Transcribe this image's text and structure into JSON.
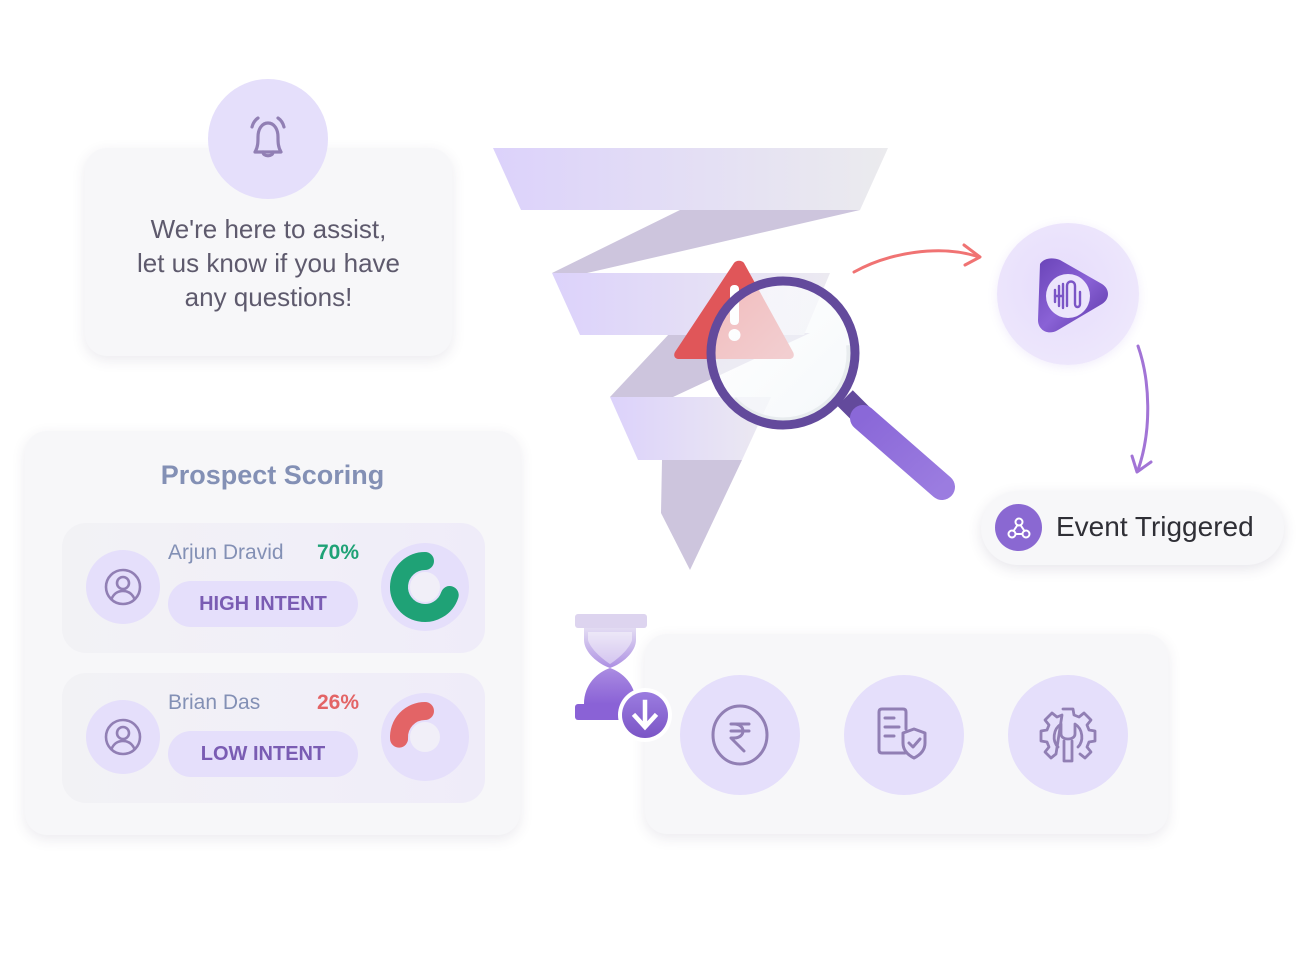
{
  "support": {
    "icon": "bell-icon",
    "message": "We're here to assist,\nlet us know if you have\nany questions!"
  },
  "prospect_scoring": {
    "title": "Prospect Scoring",
    "prospects": [
      {
        "name": "Arjun Dravid",
        "score_label": "70%",
        "score": 70,
        "intent": "HIGH INTENT",
        "color": "#1fa276",
        "avatar_icon": "user-circle-icon"
      },
      {
        "name": "Brian Das",
        "score_label": "26%",
        "score": 26,
        "intent": "LOW INTENT",
        "color": "#e36466",
        "avatar_icon": "user-circle-icon"
      }
    ]
  },
  "illustration": {
    "funnel_icon": "funnel-illustration",
    "warning_icon": "warning-triangle-icon",
    "magnifier_icon": "magnifying-glass-icon"
  },
  "flow": {
    "ai_icon": "voice-ai-logo-icon",
    "event": {
      "label": "Event Triggered",
      "icon": "webhook-icon"
    }
  },
  "tools": {
    "badge_icon": "hourglass-download-icon",
    "items": [
      {
        "icon": "rupee-icon"
      },
      {
        "icon": "document-shield-icon"
      },
      {
        "icon": "gear-wrench-icon"
      }
    ]
  },
  "colors": {
    "accent": "#8a68d2",
    "accent_dark": "#634a9c",
    "soft_lavender": "#e5dffb",
    "card_bg": "#f7f7f9",
    "high": "#1fa276",
    "low": "#e36466",
    "arrow_red": "#f07373",
    "arrow_purple": "#a274d6"
  }
}
